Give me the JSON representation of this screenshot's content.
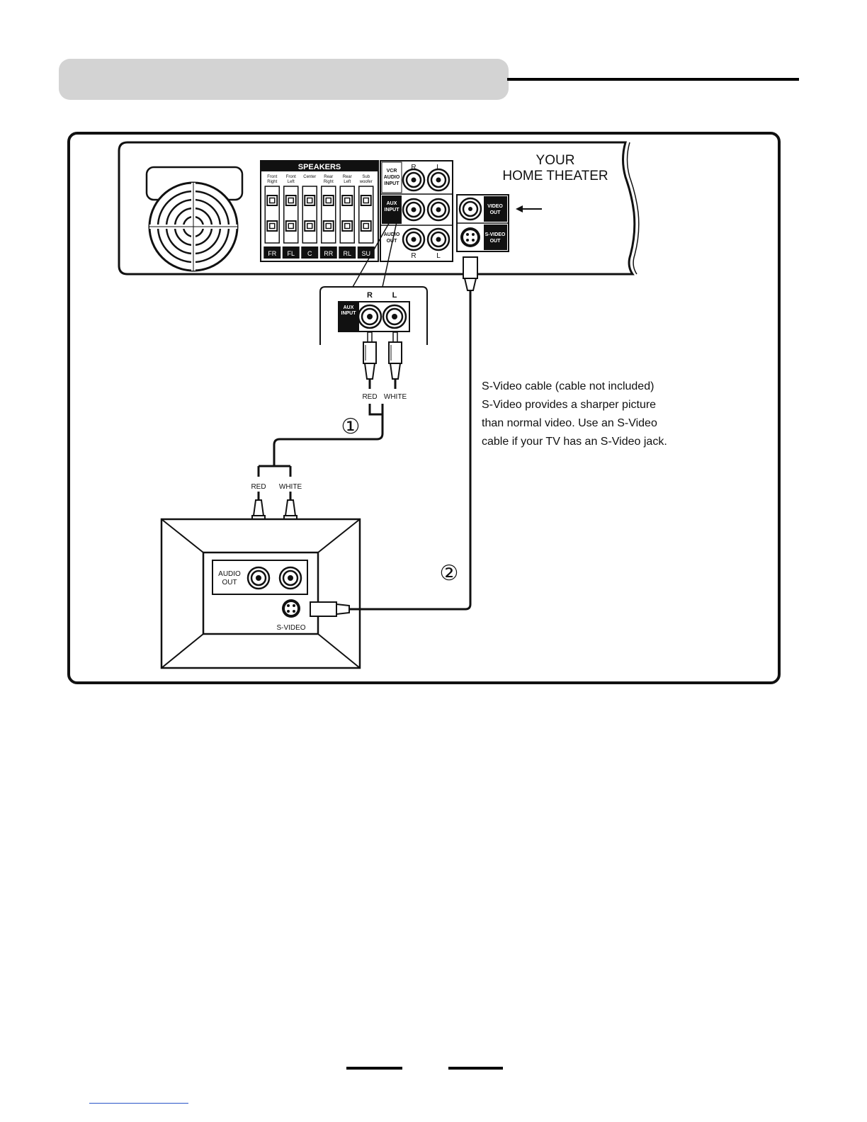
{
  "device": {
    "title_line1": "YOUR",
    "title_line2": "HOME THEATER"
  },
  "speakers": {
    "header": "SPEAKERS",
    "channels": [
      {
        "name": "Front Right",
        "code": "FR"
      },
      {
        "name": "Front Left",
        "code": "FL"
      },
      {
        "name": "Center",
        "code": "C"
      },
      {
        "name": "Rear Right",
        "code": "RR"
      },
      {
        "name": "Rear Left",
        "code": "RL"
      },
      {
        "name": "Sub-woofer",
        "code": "SU"
      }
    ]
  },
  "rear_panel": {
    "vcr_audio_input": "VCR AUDIO INPUT",
    "aux_input": "AUX INPUT",
    "audio_out": "AUDIO OUT",
    "video_out": "VIDEO OUT",
    "svideo_out": "S-VIDEO OUT",
    "channel_r": "R",
    "channel_l": "L"
  },
  "aux_detail": {
    "label": "AUX INPUT",
    "channel_r": "R",
    "channel_l": "L",
    "plug_red": "RED",
    "plug_white": "WHITE"
  },
  "tv": {
    "plug_red": "RED",
    "plug_white": "WHITE",
    "audio_out": "AUDIO OUT",
    "svideo": "S-VIDEO"
  },
  "steps": {
    "step1": "①",
    "step2": "②"
  },
  "caption": {
    "lines": [
      "S-Video cable (cable not included)",
      "S-Video provides a sharper picture",
      "than normal video.  Use an S-Video",
      "cable if your TV has an S-Video jack."
    ]
  },
  "colors": {
    "banner": "#d3d3d3",
    "ink": "#111111",
    "link_line": "#2a56c8"
  }
}
